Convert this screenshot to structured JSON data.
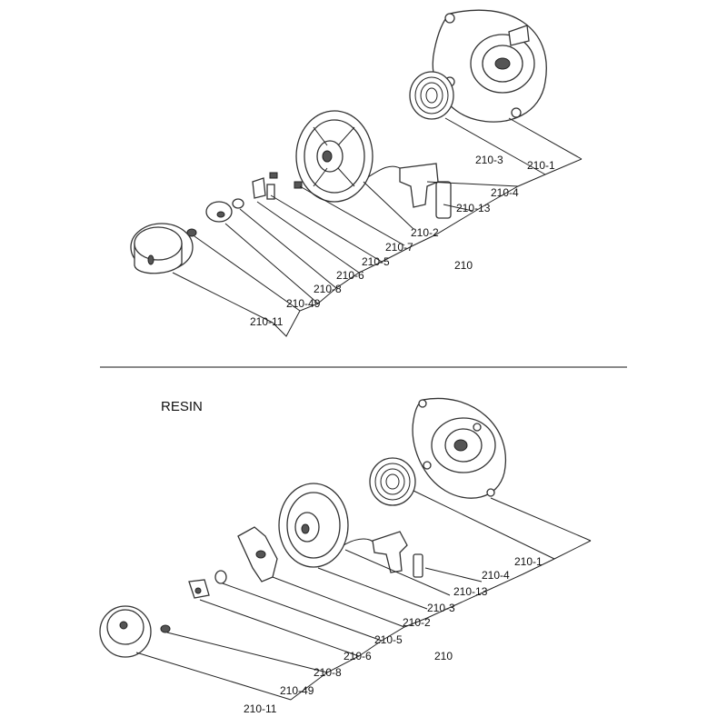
{
  "section_title": "RESIN",
  "diagrams": [
    {
      "labels": [
        "210-1",
        "210-3",
        "210-4",
        "210-13",
        "210-2",
        "210-7",
        "210-5",
        "210",
        "210-6",
        "210-8",
        "210-49",
        "210-11"
      ]
    },
    {
      "labels": [
        "210-1",
        "210-4",
        "210-13",
        "210-3",
        "210-2",
        "210-5",
        "210",
        "210-6",
        "210-8",
        "210-49",
        "210-11"
      ]
    }
  ]
}
